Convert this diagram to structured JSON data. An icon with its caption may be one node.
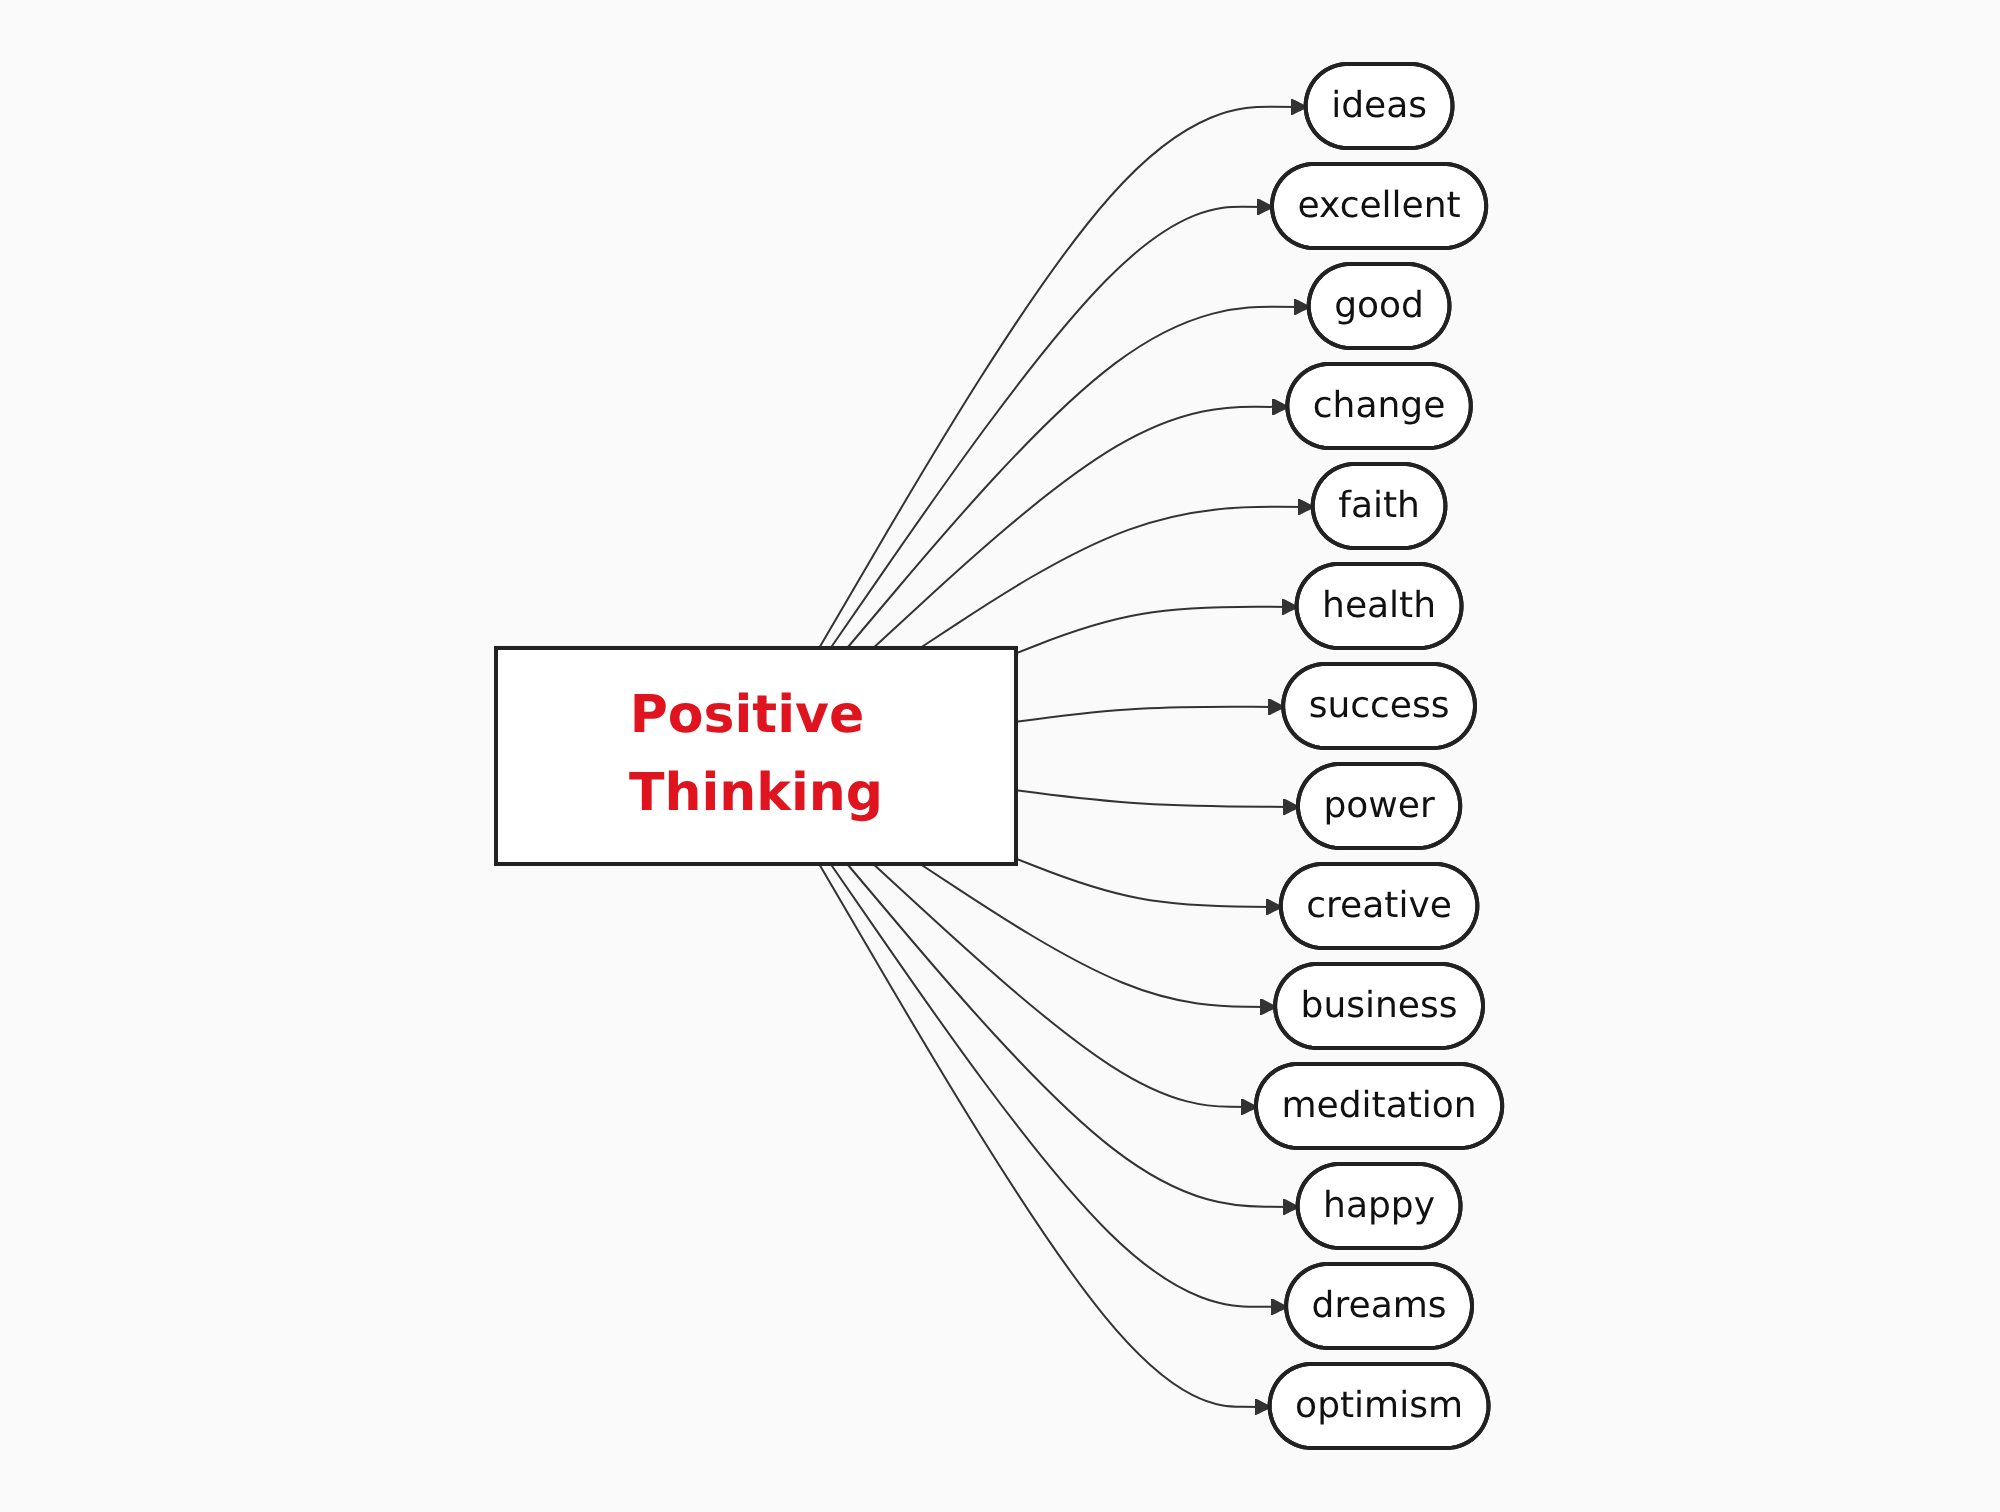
{
  "diagram": {
    "nodes": [
      {
        "text": [
          "Positive Thinking"
        ]
      },
      {
        "text": [
          "ideas"
        ]
      },
      {
        "text": [
          "excellent"
        ]
      },
      {
        "text": [
          "good"
        ]
      },
      {
        "text": [
          "change"
        ]
      },
      {
        "text": [
          "faith"
        ]
      },
      {
        "text": [
          "health"
        ]
      },
      {
        "text": [
          "success"
        ]
      },
      {
        "text": [
          "power"
        ]
      },
      {
        "text": [
          "creative"
        ]
      },
      {
        "text": [
          "business"
        ]
      },
      {
        "text": [
          "meditation"
        ]
      },
      {
        "text": [
          "happy"
        ]
      },
      {
        "text": [
          "dreams"
        ]
      },
      {
        "text": [
          "optimism"
        ]
      }
    ],
    "edges": [
      {
        "from": 0,
        "to": 1,
        "arrow": "to"
      },
      {
        "from": 0,
        "to": 2,
        "arrow": "to"
      },
      {
        "from": 0,
        "to": 3,
        "arrow": "to"
      },
      {
        "from": 0,
        "to": 4,
        "arrow": "to"
      },
      {
        "from": 0,
        "to": 5,
        "arrow": "to"
      },
      {
        "from": 0,
        "to": 6,
        "arrow": "to"
      },
      {
        "from": 0,
        "to": 7,
        "arrow": "to"
      },
      {
        "from": 0,
        "to": 8,
        "arrow": "to"
      },
      {
        "from": 0,
        "to": 9,
        "arrow": "to"
      },
      {
        "from": 0,
        "to": 10,
        "arrow": "to"
      },
      {
        "from": 0,
        "to": 11,
        "arrow": "to"
      },
      {
        "from": 0,
        "to": 12,
        "arrow": "to"
      },
      {
        "from": 0,
        "to": 13,
        "arrow": "to"
      },
      {
        "from": 0,
        "to": 14,
        "arrow": "to"
      }
    ]
  }
}
